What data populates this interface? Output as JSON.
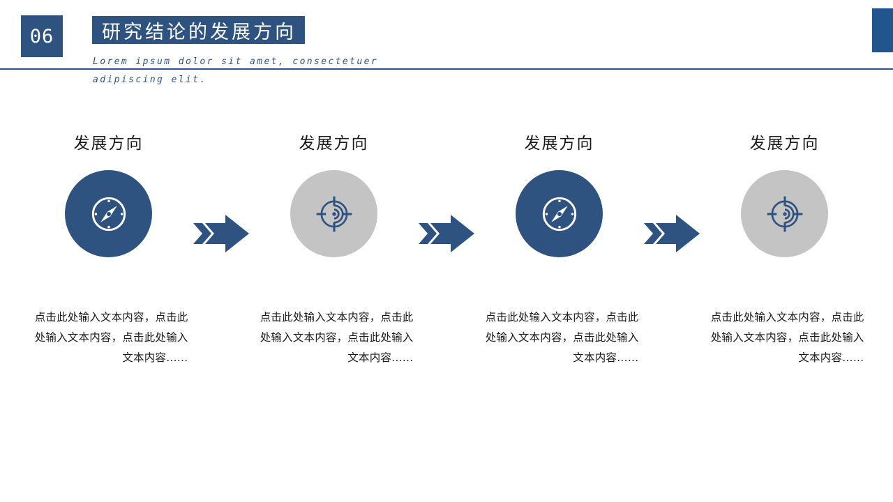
{
  "header": {
    "number": "06",
    "title": "研究结论的发展方向",
    "subtitle": "Lorem ipsum dolor sit amet, consectetuer adipiscing elit.",
    "accent_color": "#2f5380",
    "corner_color": "#21558e"
  },
  "process": {
    "steps": [
      {
        "title": "发展方向",
        "icon": "compass-icon",
        "circle_color": "#2f5380",
        "icon_color": "#ffffff",
        "description": "点击此处输入文本内容，点击此处输入文本内容，点击此处输入文本内容……"
      },
      {
        "title": "发展方向",
        "icon": "target-icon",
        "circle_color": "#c4c4c4",
        "icon_color": "#2f5380",
        "description": "点击此处输入文本内容，点击此处输入文本内容，点击此处输入文本内容……"
      },
      {
        "title": "发展方向",
        "icon": "compass-icon",
        "circle_color": "#2f5380",
        "icon_color": "#ffffff",
        "description": "点击此处输入文本内容，点击此处输入文本内容，点击此处输入文本内容……"
      },
      {
        "title": "发展方向",
        "icon": "target-icon",
        "circle_color": "#c4c4c4",
        "icon_color": "#2f5380",
        "description": "点击此处输入文本内容，点击此处输入文本内容，点击此处输入文本内容……"
      }
    ],
    "connectors": [
      {
        "icon": "arrow-right-icon",
        "color": "#2f5380"
      },
      {
        "icon": "arrow-right-icon",
        "color": "#2f5380"
      },
      {
        "icon": "arrow-right-icon",
        "color": "#2f5380"
      }
    ]
  }
}
